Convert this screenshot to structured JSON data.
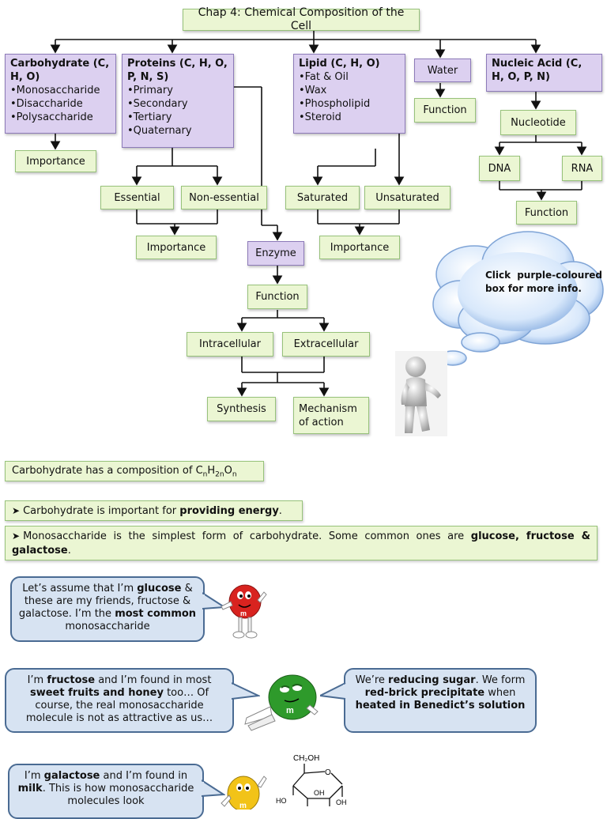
{
  "diagram": {
    "title": "Chap 4: Chemical Composition of the Cell",
    "carbohydrate": {
      "title": "Carbohydrate (C, H, O)",
      "items": [
        "Monosaccharide",
        "Disaccharide",
        "Polysaccharide"
      ]
    },
    "proteins": {
      "title": "Proteins (C, H, O, P, N, S)",
      "items": [
        "Primary",
        "Secondary",
        "Tertiary",
        "Quaternary"
      ]
    },
    "lipid": {
      "title": "Lipid (C, H, O)",
      "items": [
        "Fat & Oil",
        "Wax",
        "Phospholipid",
        "Steroid"
      ]
    },
    "water": "Water",
    "nucleic_acid": "Nucleic Acid (C, H, O, P, N)",
    "carb_importance": "Importance",
    "essential": "Essential",
    "non_essential": "Non-essential",
    "protein_importance": "Importance",
    "enzyme": "Enzyme",
    "enzyme_function": "Function",
    "intracellular": "Intracellular",
    "extracellular": "Extracellular",
    "synthesis": "Synthesis",
    "mechanism": "Mechanism of action",
    "saturated": "Saturated",
    "unsaturated": "Unsaturated",
    "lipid_importance": "Importance",
    "water_function": "Function",
    "nucleotide": "Nucleotide",
    "dna": "DNA",
    "rna": "RNA",
    "nucleic_function": "Function",
    "cloud_text": "Click purple-coloured box for more info."
  },
  "notes": {
    "composition_prefix": "Carbohydrate has a composition of",
    "formula": {
      "c": "C",
      "n1": "n",
      "h": "H",
      "n2": "2n",
      "o": "O",
      "n3": "n"
    },
    "energy_prefix": "Carbohydrate is important for",
    "energy_bold": "providing energy",
    "energy_suffix": ".",
    "mono_prefix": "Monosaccharide is the simplest form of carbohydrate. Some common ones are",
    "mono_bold": "glucose, fructose & galactose",
    "mono_suffix": "."
  },
  "bubbles": {
    "glucose": {
      "t1": "Let’s assume that I’m ",
      "b1": "glucose",
      "t2": " & these are my friends, fructose & galactose. I’m the ",
      "b2": "most common",
      "t3": " monosaccharide"
    },
    "fructose": {
      "t1": "I’m ",
      "b1": "fructose",
      "t2": " and I’m found in most ",
      "b2": "sweet fruits and honey",
      "t3": " too… Of course, the real monosaccharide molecule is not as attractive as us…"
    },
    "reducing": {
      "t1": "We’re ",
      "b1": "reducing sugar",
      "t2": ". We form ",
      "b2": "red-brick precipitate",
      "t3": " when ",
      "b3": "heated in Benedict’s solution"
    },
    "galactose": {
      "t1": "I’m ",
      "b1": "galactose",
      "t2": " and I’m found in ",
      "b2": "milk",
      "t3": ". This is how monosaccharide molecules look"
    }
  },
  "molecule": {
    "ch2oh": "CH₂OH",
    "o": "O",
    "oh": "OH",
    "ho": "HO"
  },
  "colors": {
    "green_box": "#ebf6d3",
    "purple_box": "#dcd0f0",
    "bubble_fill": "#d7e3f2",
    "bubble_border": "#4a6b93",
    "candy_red": "#d8231f",
    "candy_green": "#2e9a2b",
    "candy_yellow": "#f2c318"
  }
}
